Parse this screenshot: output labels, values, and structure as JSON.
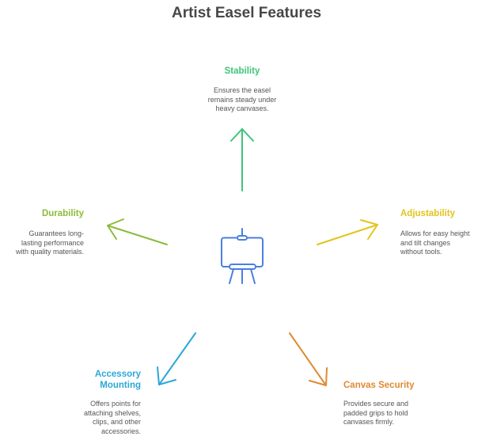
{
  "title": "Artist Easel Features",
  "center_icon": "easel-icon",
  "colors": {
    "stability": "#3fc47a",
    "durability": "#8cbb3a",
    "adjustability": "#e3c41c",
    "accessory": "#2aa8d8",
    "canvas": "#e08a30",
    "easel": "#4a7fe0"
  },
  "features": {
    "stability": {
      "title": "Stability",
      "desc": [
        "Ensures the easel",
        "remains steady under",
        "heavy canvases."
      ]
    },
    "durability": {
      "title": "Durability",
      "desc": [
        "Guarantees long-",
        "lasting performance",
        "with quality materials."
      ]
    },
    "adjustability": {
      "title": "Adjustability",
      "desc": [
        "Allows for easy height",
        "and tilt changes",
        "without tools."
      ]
    },
    "accessory": {
      "title": [
        "Accessory",
        "Mounting"
      ],
      "desc": [
        "Offers points for",
        "attaching shelves,",
        "clips, and other",
        "accessories."
      ]
    },
    "canvas": {
      "title": "Canvas Security",
      "desc": [
        "Provides secure and",
        "padded grips to hold",
        "canvases firmly."
      ]
    }
  }
}
